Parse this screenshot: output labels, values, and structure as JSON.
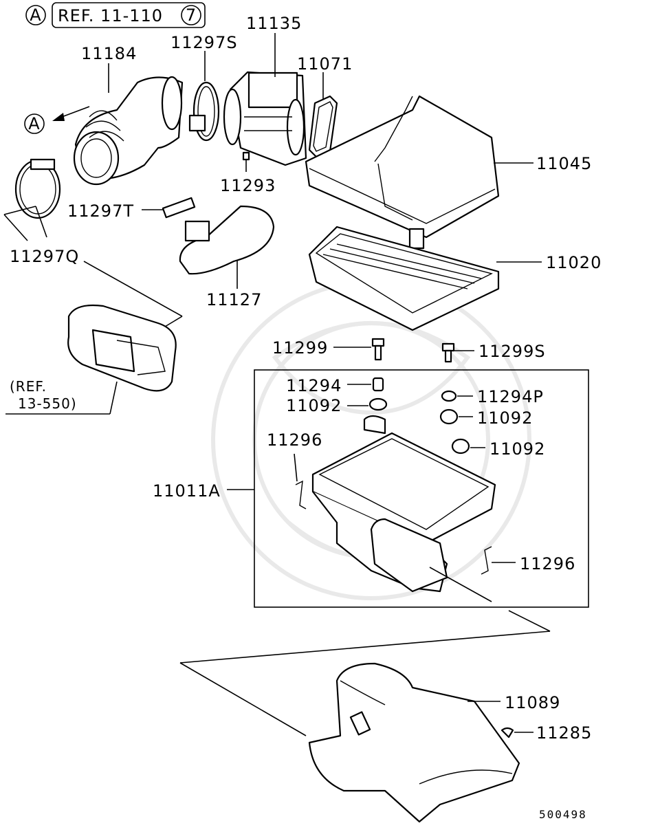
{
  "header": {
    "circle_a": "A",
    "ref_text": "REF. 11-110",
    "ref_circle": "7"
  },
  "arrow_a": "A",
  "labels": {
    "p11135": "11135",
    "p11184": "11184",
    "p11297S": "11297S",
    "p11071": "11071",
    "p11293": "11293",
    "p11045": "11045",
    "p11297T": "11297T",
    "p11297Q": "11297Q",
    "p11127": "11127",
    "p11020": "11020",
    "p11299": "11299",
    "p11299S": "11299S",
    "p11294": "11294",
    "p11294P": "11294P",
    "p11092_a": "11092",
    "p11092_b": "11092",
    "p11092_c": "11092",
    "p11296_a": "11296",
    "p11296_b": "11296",
    "p11011A": "11011A",
    "p11089": "11089",
    "p11285": "11285"
  },
  "ref_note": {
    "line1": "(REF.",
    "line2": "13-550)"
  },
  "diagram_code": "500498"
}
